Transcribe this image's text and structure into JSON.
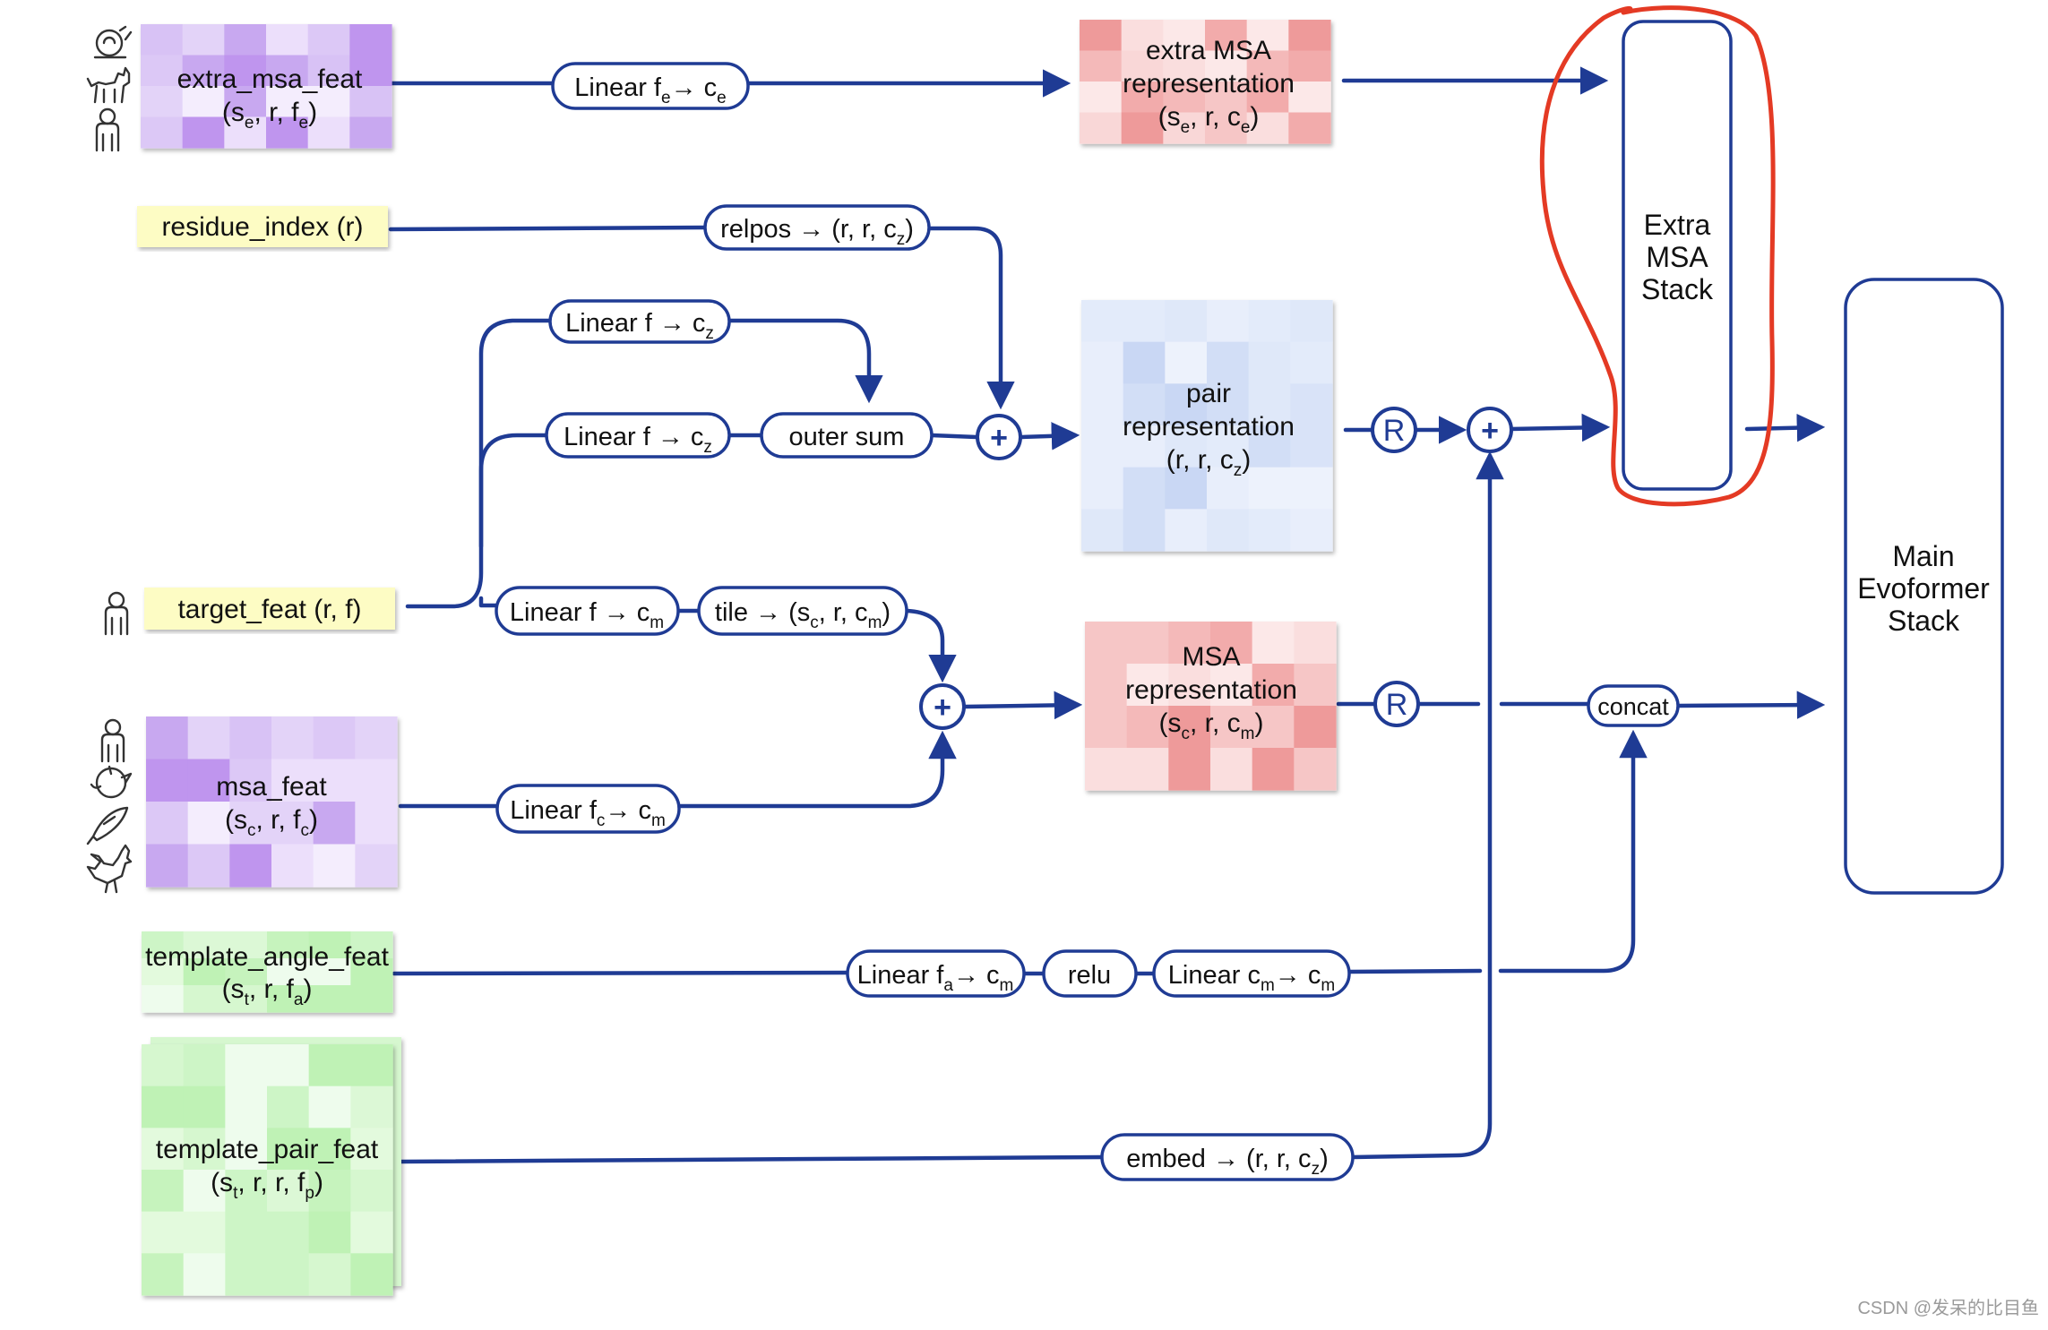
{
  "features": {
    "extra_msa": {
      "name": "extra_msa_feat",
      "dims_main": "(s",
      "dims_sub1": "e",
      "dims_mid": ", r, f",
      "dims_sub2": "e",
      "dims_end": ")"
    },
    "residue_index": {
      "name": "residue_index (r)"
    },
    "target": {
      "name": "target_feat (r, f)"
    },
    "msa": {
      "name": "msa_feat",
      "dims_main": "(s",
      "dims_sub1": "c",
      "dims_mid": ", r, f",
      "dims_sub2": "c",
      "dims_end": ")"
    },
    "template_angle": {
      "name": "template_angle_feat",
      "dims_main": "(s",
      "dims_sub1": "t",
      "dims_mid": ", r, f",
      "dims_sub2": "a",
      "dims_end": ")"
    },
    "template_pair": {
      "name": "template_pair_feat",
      "dims_main": "(s",
      "dims_sub1": "t",
      "dims_mid": ", r, r, f",
      "dims_sub2": "p",
      "dims_end": ")"
    }
  },
  "ops": {
    "linear_fe_ce": {
      "a": "Linear f",
      "a_sub": "e",
      "b": "→ c",
      "b_sub": "e",
      "c": ""
    },
    "relpos": {
      "a": "relpos → (r, r, c",
      "a_sub": "z",
      "b": ")",
      "b_sub": "",
      "c": ""
    },
    "linear_f_cz_top": {
      "a": "Linear f → c",
      "a_sub": "z",
      "b": "",
      "b_sub": "",
      "c": ""
    },
    "linear_f_cz_mid": {
      "a": "Linear f → c",
      "a_sub": "z",
      "b": "",
      "b_sub": "",
      "c": ""
    },
    "outer_sum": {
      "a": "outer sum",
      "a_sub": "",
      "b": "",
      "b_sub": "",
      "c": ""
    },
    "linear_f_cm": {
      "a": "Linear f → c",
      "a_sub": "m",
      "b": "",
      "b_sub": "",
      "c": ""
    },
    "tile": {
      "a": "tile → (s",
      "a_sub": "c",
      "b": ", r, c",
      "b_sub": "m",
      "c": ")"
    },
    "linear_fc_cm": {
      "a": "Linear f",
      "a_sub": "c",
      "b": "→ c",
      "b_sub": "m",
      "c": ""
    },
    "linear_fa_cm": {
      "a": "Linear f",
      "a_sub": "a",
      "b": "→ c",
      "b_sub": "m",
      "c": ""
    },
    "relu": {
      "a": "relu",
      "a_sub": "",
      "b": "",
      "b_sub": "",
      "c": ""
    },
    "linear_cm_cm": {
      "a": "Linear c",
      "a_sub": "m",
      "b": "→ c",
      "b_sub": "m",
      "c": ""
    },
    "concat": {
      "a": "concat",
      "a_sub": "",
      "b": "",
      "b_sub": "",
      "c": ""
    },
    "embed": {
      "a": "embed → (r, r, c",
      "a_sub": "z",
      "b": ")",
      "b_sub": "",
      "c": ""
    }
  },
  "representations": {
    "extra_msa_rep": {
      "line1": "extra MSA",
      "line2": "representation",
      "dims_main": "(s",
      "dims_sub1": "e",
      "dims_mid": ", r, c",
      "dims_sub2": "e",
      "dims_end": ")"
    },
    "pair_rep": {
      "line1": "pair",
      "line2": "representation",
      "dims_main": "(r, r, c",
      "dims_sub1": "z",
      "dims_mid": ")",
      "dims_sub2": "",
      "dims_end": ""
    },
    "msa_rep": {
      "line1": "MSA",
      "line2": "representation",
      "dims_main": "(s",
      "dims_sub1": "c",
      "dims_mid": ", r, c",
      "dims_sub2": "m",
      "dims_end": ")"
    }
  },
  "nodes": {
    "plus": "+",
    "recycle": "R"
  },
  "stacks": {
    "extra_msa_stack": [
      "Extra",
      "MSA",
      "Stack"
    ],
    "main_evoformer": [
      "Main",
      "Evoformer",
      "Stack"
    ]
  },
  "watermark": "CSDN @发呆的比目鱼",
  "colors": {
    "arrow": "#1f3b94",
    "highlight": "#e43a24",
    "purple_cells": [
      "#ecdffb",
      "#dcc8f6",
      "#c8a8f0",
      "#f4edfd",
      "#d8c2f5",
      "#bf95ee",
      "#e3d3f8"
    ],
    "red_cells": [
      "#f4b9b9",
      "#f9d7d7",
      "#ee9a9a",
      "#fce8e8",
      "#f6c6c6",
      "#f2abab",
      "#fadede"
    ],
    "blue_cells": [
      "#dfe8f9",
      "#d2def6",
      "#e8eefb",
      "#c9d7f4",
      "#edf2fc",
      "#d9e3f8",
      "#e3ebfa"
    ],
    "green_cells": [
      "#cdf5c6",
      "#e3fadd",
      "#bff2b5",
      "#d6f7cf",
      "#eefced",
      "#c6f3bd",
      "#dcf8d6"
    ],
    "yellow_fill": "#fdfcc4"
  }
}
